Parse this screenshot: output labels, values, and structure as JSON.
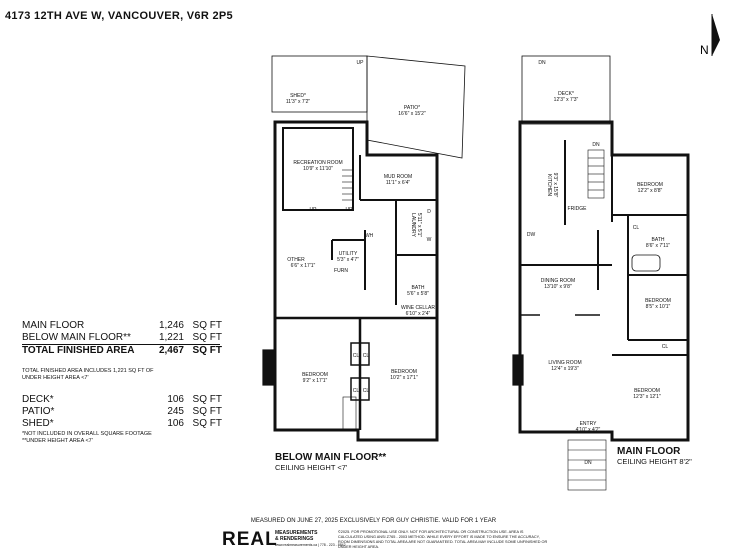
{
  "title": "4173 12TH AVE W, VANCOUVER, V6R 2P5",
  "areas": [
    {
      "label": "MAIN FLOOR",
      "value": "1,246",
      "unit": "SQ FT"
    },
    {
      "label": "BELOW MAIN FLOOR**",
      "value": "1,221",
      "unit": "SQ FT"
    },
    {
      "label": "TOTAL FINISHED AREA",
      "value": "2,467",
      "unit": "SQ FT"
    }
  ],
  "total_note": [
    "TOTAL FINISHED AREA INCLUDES 1,221 SQ FT OF",
    "UNDER HEIGHT AREA <7'"
  ],
  "extra_areas": [
    {
      "label": "DECK*",
      "value": "106",
      "unit": "SQ FT"
    },
    {
      "label": "PATIO*",
      "value": "245",
      "unit": "SQ FT"
    },
    {
      "label": "SHED*",
      "value": "106",
      "unit": "SQ FT"
    }
  ],
  "extra_notes": [
    "*NOT INCLUDED IN OVERALL SQUARE FOOTAGE",
    "**UNDER HEIGHT AREA <7'"
  ],
  "below_floor": {
    "name": "BELOW MAIN FLOOR**",
    "ceiling": "CEILING HEIGHT <7'"
  },
  "main_floor": {
    "name": "MAIN FLOOR",
    "ceiling": "CEILING HEIGHT 8'2\""
  },
  "north": "N",
  "rooms_below": {
    "shed": {
      "name": "SHED*",
      "dim": "11'3\" x 7'2\""
    },
    "patio": {
      "name": "PATIO*",
      "dim": "16'6\" x 15'2\""
    },
    "recreation": {
      "name": "RECREATION ROOM",
      "dim": "10'9\" x 11'10\""
    },
    "mud": {
      "name": "MUD ROOM",
      "dim": "11'1\" x 6'4\""
    },
    "laundry": {
      "name": "LAUNDRY",
      "dim": "5'11\" x 5'1\""
    },
    "utility": {
      "name": "UTILITY",
      "dim": "5'3\" x 4'7\""
    },
    "other": {
      "name": "OTHER",
      "dim": "6'6\" x 17'1\""
    },
    "bath": {
      "name": "BATH",
      "dim": "5'6\" x 5'8\""
    },
    "wine": {
      "name": "WINE CELLAR",
      "dim": "6'10\" x 2'4\""
    },
    "bed1": {
      "name": "BEDROOM",
      "dim": "9'2\" x 17'1\""
    },
    "bed2": {
      "name": "BEDROOM",
      "dim": "10'2\" x 17'1\""
    },
    "furn": "FURN",
    "up1": "UP",
    "up2": "UP",
    "up3": "UP",
    "d": "D",
    "w": "W",
    "wh": "WH",
    "cl1": "CL",
    "cl2": "CL",
    "cl3": "CL",
    "cl4": "CL"
  },
  "rooms_main": {
    "deck": {
      "name": "DECK*",
      "dim": "12'3\" x 7'3\""
    },
    "kitchen": {
      "name": "KITCHEN",
      "dim": "9'3\" x 15'8\""
    },
    "bedroom1": {
      "name": "BEDROOM",
      "dim": "12'2\" x 8'8\""
    },
    "bath": {
      "name": "BATH",
      "dim": "8'6\" x 7'11\""
    },
    "bedroom2": {
      "name": "BEDROOM",
      "dim": "8'5\" x 10'1\""
    },
    "dining": {
      "name": "DINING ROOM",
      "dim": "13'10\" x 9'8\""
    },
    "living": {
      "name": "LIVING ROOM",
      "dim": "12'4\" x 19'3\""
    },
    "bedroom3": {
      "name": "BEDROOM",
      "dim": "12'3\" x 12'1\""
    },
    "entry": {
      "name": "ENTRY",
      "dim": "4'10\" x 4'2\""
    },
    "dn1": "DN",
    "dn2": "DN",
    "dn3": "DN",
    "fridge": "FRIDGE",
    "dw": "DW",
    "cl1": "CL",
    "cl2": "CL"
  },
  "footer": "MEASURED ON JUNE 27, 2025 EXCLUSIVELY FOR GUY CHRISTIE. VALID FOR 1 YEAR",
  "logo": "REAL",
  "logo_sub": [
    "MEASUREMENTS",
    "& RENDERINGS",
    "www.realmeasurements.ca | 778 - 223 - 8842"
  ],
  "disclaimer": "©2025. FOR PROMOTIONAL USE ONLY. NOT FOR ARCHITECTURAL OR CONSTRUCTION USE. AREA IS CALCULATED USING ANSI Z765 - 2003 METHOD. WHILE EVERY EFFORT IS MADE TO ENSURE THE ACCURACY, ROOM DIMENSIONS AND TOTAL AREA ARE NOT GUARANTEED. TOTAL AREA MAY INCLUDE SOME UNFINISHED OR UNDER HEIGHT AREA."
}
